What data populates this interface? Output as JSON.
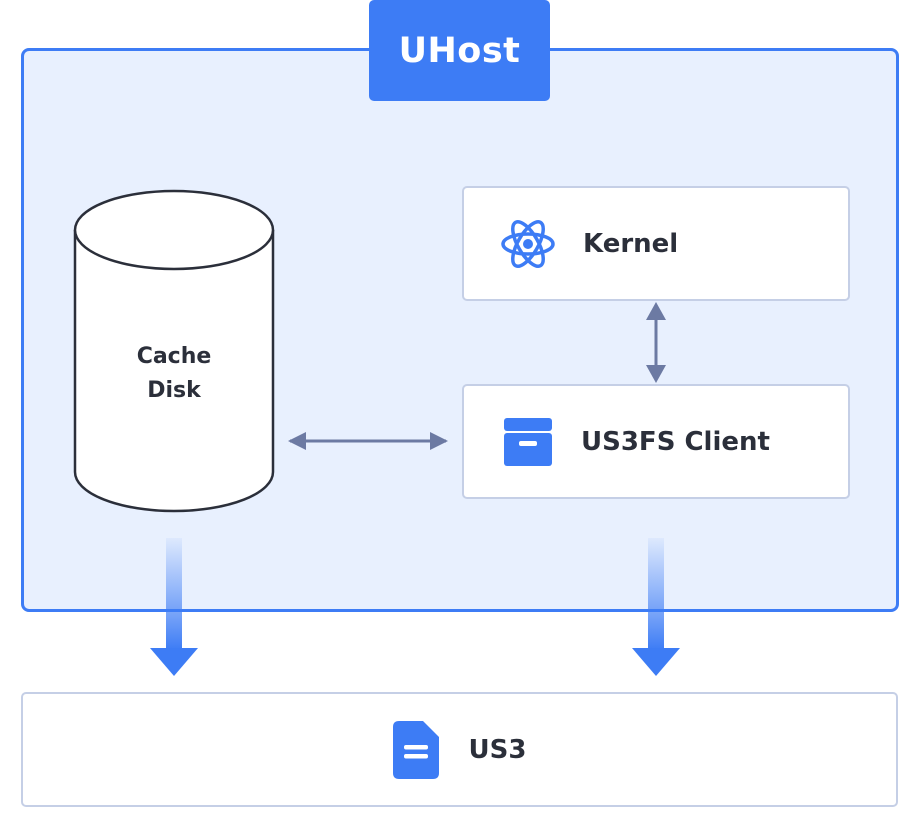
{
  "host": {
    "title": "UHost"
  },
  "kernel": {
    "label": "Kernel",
    "icon": "atom-icon"
  },
  "client": {
    "label": "US3FS Client",
    "icon": "archive-box-icon"
  },
  "cache_disk": {
    "line1": "Cache",
    "line2": "Disk",
    "icon": "cylinder-disk-icon"
  },
  "us3": {
    "label": "US3",
    "icon": "document-icon"
  },
  "colors": {
    "accent": "#3d7cf5",
    "host_background": "#e8f0fe",
    "connector": "#6c7aa3",
    "card_border": "#c5cfe6",
    "text": "#2b2f3a"
  }
}
